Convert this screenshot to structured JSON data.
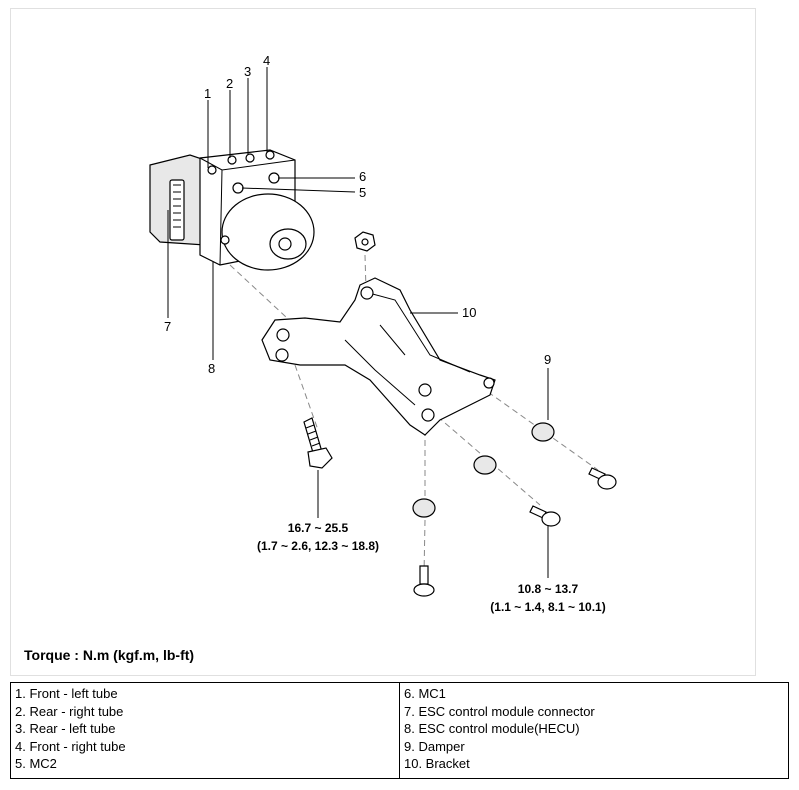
{
  "callouts": [
    "1",
    "2",
    "3",
    "4",
    "5",
    "6",
    "7",
    "8",
    "9",
    "10"
  ],
  "torque_bolt_8": {
    "line1": "16.7 ~ 25.5",
    "line2": "(1.7 ~ 2.6, 12.3 ~ 18.8)"
  },
  "torque_bolt_9": {
    "line1": "10.8 ~ 13.7",
    "line2": "(1.1 ~ 1.4, 8.1 ~ 10.1)"
  },
  "torque_units": "Torque : N.m (kgf.m, lb-ft)",
  "legend": {
    "left": [
      "1. Front - left tube",
      "2. Rear - right tube",
      "3. Rear - left tube",
      "4. Front - right tube",
      "5. MC2"
    ],
    "right": [
      "6. MC1",
      "7. ESC control module connector",
      "8. ESC control module(HECU)",
      "9. Damper",
      "10. Bracket"
    ]
  }
}
